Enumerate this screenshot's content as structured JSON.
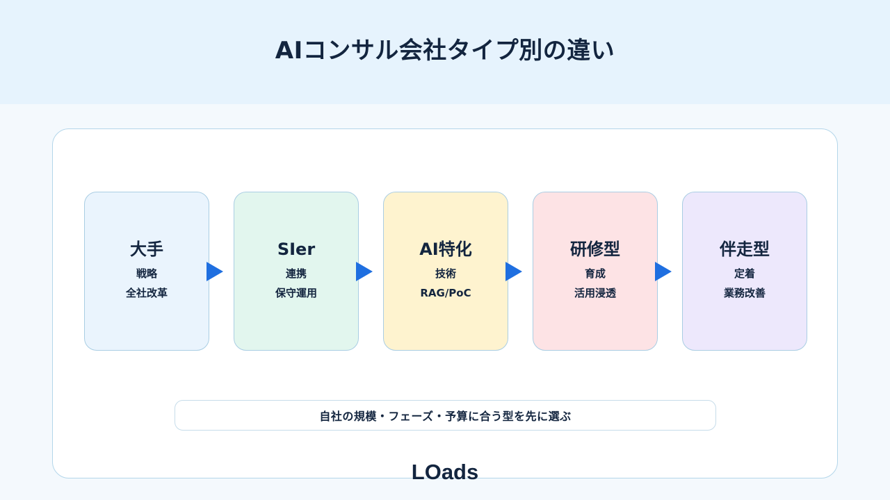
{
  "header": {
    "title": "AIコンサル会社タイプ別の違い"
  },
  "cards": [
    {
      "title": "大手",
      "line1": "戦略",
      "line2": "全社改革",
      "color": "#eaf4fd"
    },
    {
      "title": "SIer",
      "line1": "連携",
      "line2": "保守運用",
      "color": "#e2f6ee"
    },
    {
      "title": "AI特化",
      "line1": "技術",
      "line2": "RAG/PoC",
      "color": "#fef3cf"
    },
    {
      "title": "研修型",
      "line1": "育成",
      "line2": "活用浸透",
      "color": "#fde3e5"
    },
    {
      "title": "伴走型",
      "line1": "定着",
      "line2": "業務改善",
      "color": "#ede8fc"
    }
  ],
  "arrow_color": "#1f6fe0",
  "note": {
    "text": "自社の規模・フェーズ・予算に合う型を先に選ぶ"
  },
  "logo": {
    "text": "LOads"
  }
}
